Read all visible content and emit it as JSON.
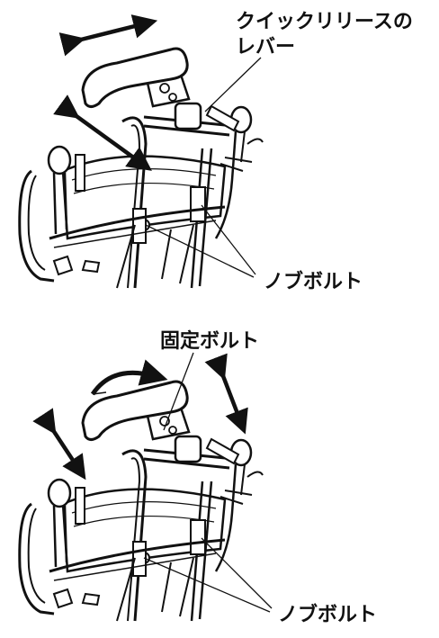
{
  "labels": {
    "quick_release_line1": "クイックリリースの",
    "quick_release_line2": "レバー",
    "knob_bolt_top": "ノブボルト",
    "fixing_bolt": "固定ボルト",
    "knob_bolt_bottom": "ノブボルト"
  },
  "colors": {
    "line": "#111111",
    "fill": "#ffffff"
  }
}
